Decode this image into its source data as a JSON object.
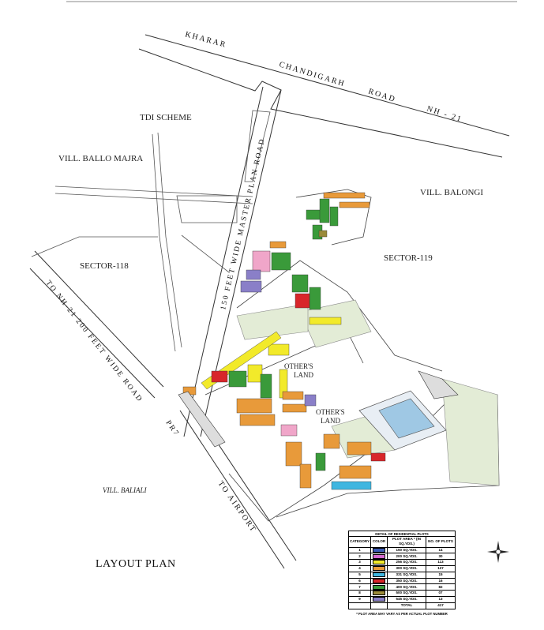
{
  "map": {
    "road_labels": {
      "kharar": "KHARAR",
      "chandigarh": "CHANDIGARH",
      "road": "ROAD",
      "nh21": "NH - 21",
      "master_plan_road": "150 FEET WIDE MASTER PLAN ROAD",
      "to_nh21": "TO NH-21 200 FEET WIDE ROAD",
      "pr7": "PR7",
      "to_airport": "TO AIRPORT"
    },
    "area_labels": {
      "tdi_scheme": "TDI SCHEME",
      "vill_ballo_majra": "VILL. BALLO MAJRA",
      "vill_balongi": "VILL. BALONGI",
      "sector_118": "SECTOR-118",
      "sector_119": "SECTOR-119",
      "others_land_1": "OTHER'S",
      "others_land_1b": "LAND",
      "others_land_2": "OTHER'S",
      "others_land_2b": "LAND",
      "vill_baliali": "VILL. BALIALI"
    },
    "title": "LAYOUT PLAN"
  },
  "legend": {
    "caption": "DETAIL OF RESIDENTIAL PLOTS",
    "headers": [
      "CATEGORY",
      "COLOR",
      "PLOT AREA * (IN SQ.YDS.)",
      "NO. OF PLOTS"
    ],
    "rows": [
      {
        "category": "1",
        "color": "#3b5bb5",
        "area": "150 SQ.YDS.",
        "plots": "14"
      },
      {
        "category": "2",
        "color": "#d46ad0",
        "area": "200 SQ.YDS.",
        "plots": "30"
      },
      {
        "category": "3",
        "color": "#f2ea2a",
        "area": "256 SQ.YDS.",
        "plots": "113"
      },
      {
        "category": "4",
        "color": "#e89a3a",
        "area": "300 SQ.YDS.",
        "plots": "127"
      },
      {
        "category": "5",
        "color": "#3fb6e0",
        "area": "331 SQ.YDS.",
        "plots": "15"
      },
      {
        "category": "6",
        "color": "#d8262a",
        "area": "350 SQ.YDS.",
        "plots": "16"
      },
      {
        "category": "7",
        "color": "#3a9a3a",
        "area": "400 SQ.YDS.",
        "plots": "82"
      },
      {
        "category": "8",
        "color": "#9a8a3a",
        "area": "500 SQ.YDS.",
        "plots": "07"
      },
      {
        "category": "9",
        "color": "#8a7fc8",
        "area": "545 SQ.YDS.",
        "plots": "13"
      }
    ],
    "total_label": "TOTAL",
    "total_value": "417",
    "note": "* PLOT AREA MAY VARY AS PER ACTUAL PLOT NUMBER"
  },
  "colors": {
    "road_line": "#333333",
    "park": "#e3ecd6",
    "water": "#9fc8e4"
  }
}
